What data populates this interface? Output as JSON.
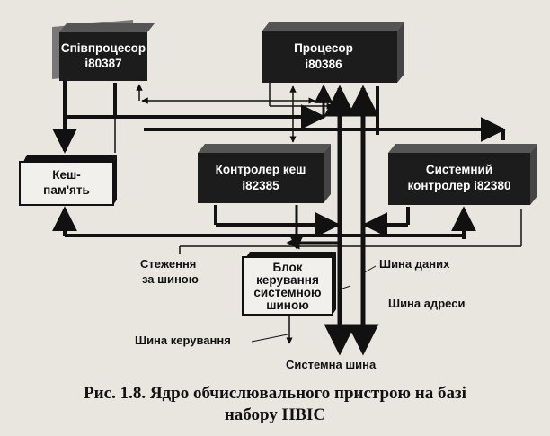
{
  "diagram": {
    "boxes": {
      "coprocessor": [
        "Співпроцесор",
        "i80387"
      ],
      "processor": [
        "Процесор",
        "i80386"
      ],
      "cache": [
        "Кеш-",
        "пам'ять"
      ],
      "cache_controller": [
        "Контролер кеш",
        "i82385"
      ],
      "system_controller": [
        "Системний",
        "контролер i82380"
      ],
      "bus_control_block": [
        "Блок",
        "керування",
        "системною",
        "шиною"
      ]
    },
    "labels": {
      "bus_snooping": [
        "Стеження",
        "за шиною"
      ],
      "data_bus": "Шина даних",
      "address_bus": "Шина адреси",
      "control_bus": "Шина керування",
      "system_bus": "Системна шина"
    }
  },
  "caption": {
    "line1": "Рис. 1.8. Ядро обчислювального пристрою на базі",
    "line2": "набору НВІС"
  },
  "colors": {
    "ink": "#111111",
    "box_fill": "#1c1c1c",
    "paper": "#e9e6e0"
  }
}
